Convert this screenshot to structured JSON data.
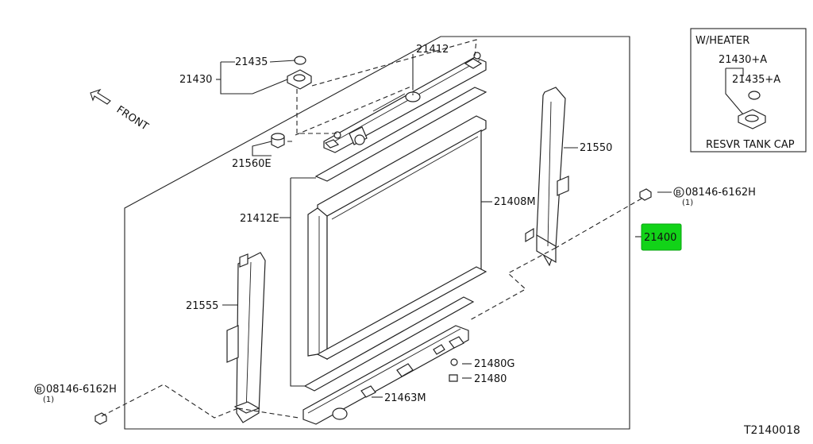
{
  "diagram": {
    "front": "FRONT",
    "code": "T2140018",
    "inset": {
      "title": "W/HEATER",
      "cap_label": "21430+A",
      "seal_label": "21435+A",
      "caption": "RESVR TANK CAP"
    },
    "labels": {
      "l21435": "21435",
      "l21430": "21430",
      "l21412": "21412",
      "l21560E": "21560E",
      "l21550": "21550",
      "l21412E": "21412E",
      "l21408M": "21408M",
      "l21400": "21400",
      "l21555": "21555",
      "l21480G": "21480G",
      "l21480": "21480",
      "l21463M": "21463M",
      "bolt_right": "08146-6162H",
      "bolt_right_qty": "(1)",
      "bolt_left": "08146-6162H",
      "bolt_left_qty": "(1)",
      "bolt_badge": "B"
    },
    "highlight_color": "#12d318"
  }
}
